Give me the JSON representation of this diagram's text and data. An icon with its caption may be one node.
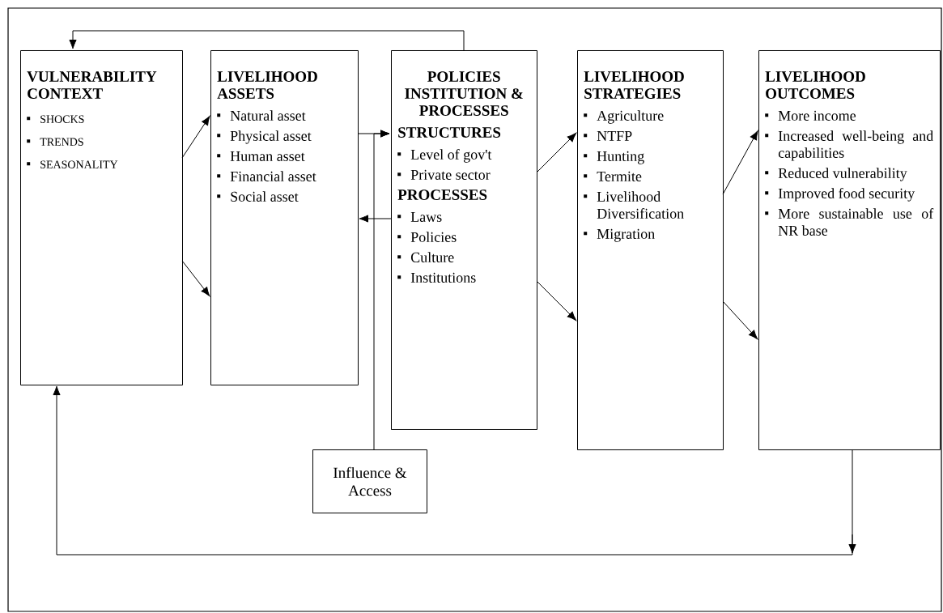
{
  "diagram": {
    "nodes": [
      {
        "text": [
          "VULNERABILITY CONTEXT",
          "SHOCKS",
          "TRENDS",
          "SEASONALITY"
        ]
      },
      {
        "text": [
          "LIVELIHOOD ASSETS",
          "Natural asset",
          "Physical asset",
          "Human asset",
          "Financial asset",
          "Social asset"
        ]
      },
      {
        "text": [
          "POLICIES INSTITUTION & PROCESSES",
          "STRUCTURES",
          "Level of gov't",
          "Private sector",
          "PROCESSES",
          "Laws",
          "Policies",
          "Culture",
          "Institutions"
        ]
      },
      {
        "text": [
          "LIVELIHOOD STRATEGIES",
          "Agriculture",
          "NTFP",
          "Hunting",
          "Termite",
          "Livelihood Diversification",
          "Migration"
        ]
      },
      {
        "text": [
          "LIVELIHOOD OUTCOMES",
          "More income",
          "Increased well-being and capabilities",
          "Reduced vulnerability",
          "Improved food security",
          "More sustainable use of NR base"
        ]
      },
      {
        "text": [
          "Influence & Access"
        ]
      }
    ],
    "edges": [
      {
        "from": 0,
        "to": 1,
        "arrow": "to"
      },
      {
        "from": 0,
        "to": 1,
        "arrow": "to"
      },
      {
        "from": 1,
        "to": 2,
        "arrow": "to"
      },
      {
        "from": 2,
        "to": 1,
        "arrow": "to"
      },
      {
        "from": 5,
        "to": 2,
        "arrow": "to"
      },
      {
        "from": 2,
        "to": 3,
        "arrow": "to"
      },
      {
        "from": 2,
        "to": 3,
        "arrow": "to"
      },
      {
        "from": 3,
        "to": 4,
        "arrow": "to"
      },
      {
        "from": 3,
        "to": 4,
        "arrow": "to"
      },
      {
        "from": 2,
        "to": 0,
        "arrow": "to"
      },
      {
        "from": 4,
        "to": 0,
        "arrow": "to"
      }
    ]
  }
}
